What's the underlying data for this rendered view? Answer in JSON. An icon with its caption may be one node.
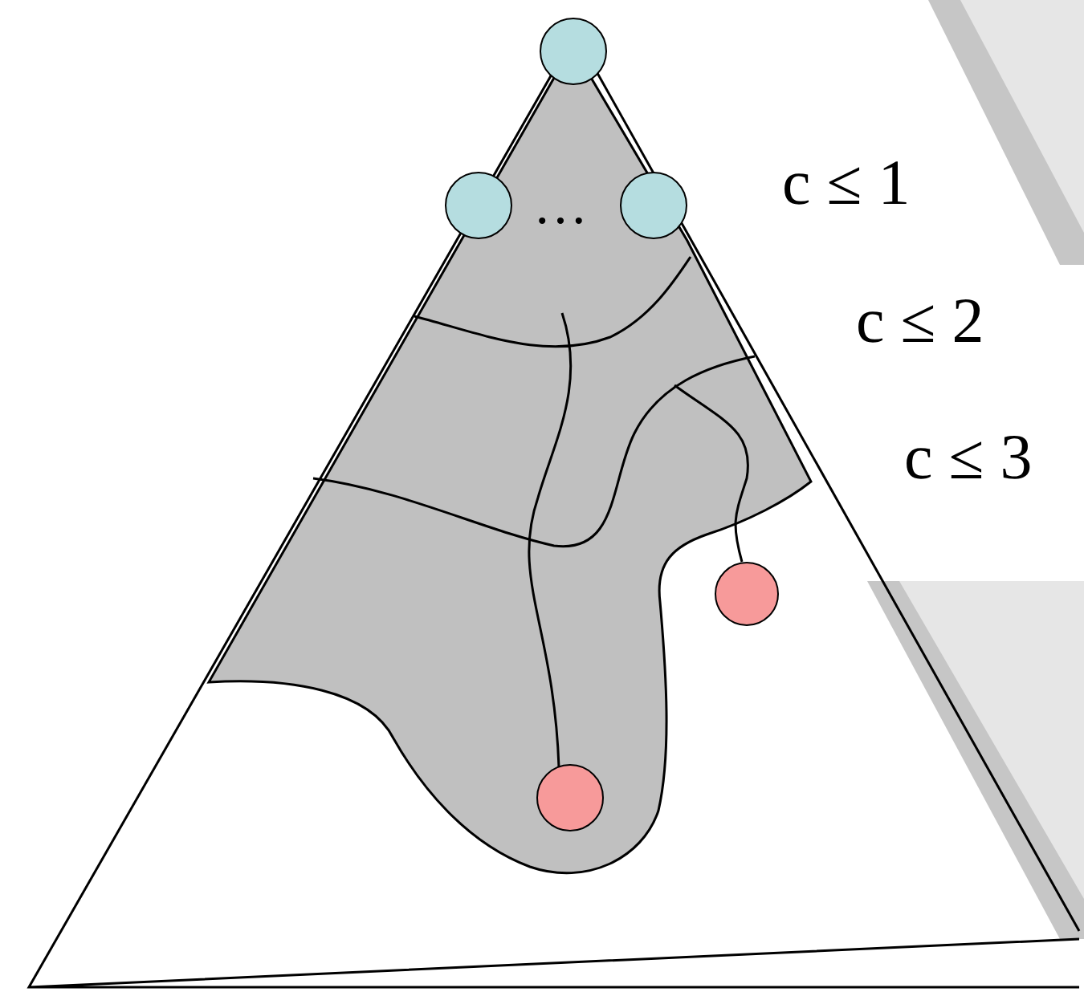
{
  "diagram": {
    "nodes": [
      {
        "text": [],
        "shape": "circle"
      },
      {
        "text": [],
        "shape": "circle"
      },
      {
        "text": [],
        "shape": "circle"
      },
      {
        "text": [],
        "shape": "circle"
      },
      {
        "text": [],
        "shape": "circle"
      }
    ],
    "labels": [
      "…",
      "c ≤ 1",
      "c ≤ 2",
      "c ≤ 3"
    ]
  }
}
